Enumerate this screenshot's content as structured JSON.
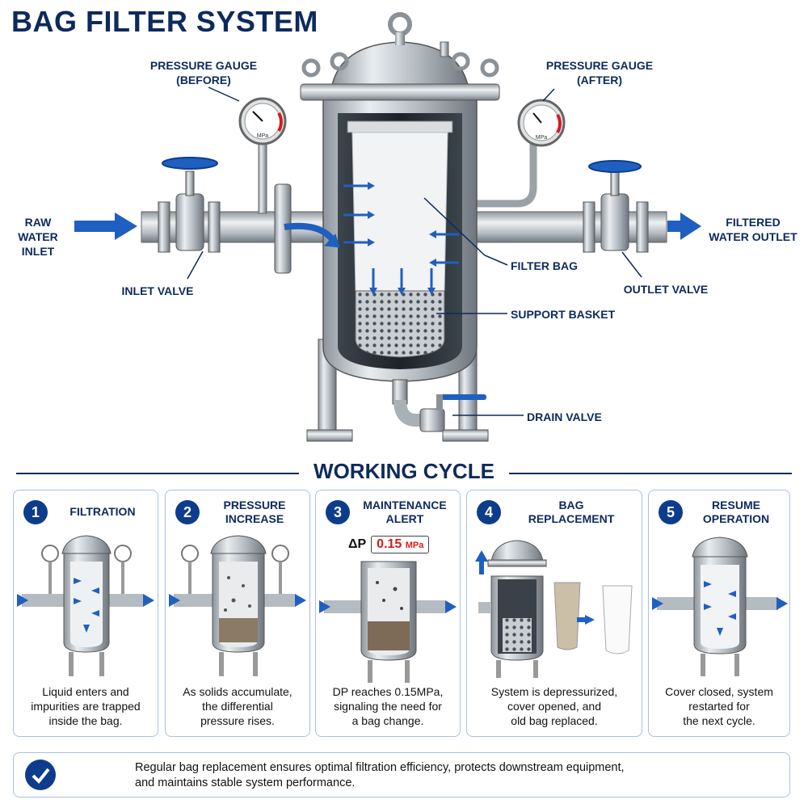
{
  "title": "BAG FILTER SYSTEM",
  "labels": {
    "gauge_before": "PRESSURE GAUGE\n(BEFORE)",
    "gauge_after": "PRESSURE GAUGE\n(AFTER)",
    "raw_inlet": "RAW WATER\nINLET",
    "filtered_outlet": "FILTERED\nWATER OUTLET",
    "inlet_valve": "INLET VALVE",
    "outlet_valve": "OUTLET VALVE",
    "filter_bag": "FILTER BAG",
    "support_basket": "SUPPORT BASKET",
    "drain_valve": "DRAIN VALVE",
    "gauge_unit": "MPa"
  },
  "cycle": {
    "title": "WORKING CYCLE",
    "steps": [
      {
        "num": "1",
        "title": "FILTRATION",
        "desc": "Liquid enters and\nimpurities are trapped\ninside the bag."
      },
      {
        "num": "2",
        "title": "PRESSURE\nINCREASE",
        "desc": "As solids accumulate,\nthe differential\npressure rises."
      },
      {
        "num": "3",
        "title": "MAINTENANCE\nALERT",
        "desc": "DP reaches 0.15MPa,\nsignaling the need for\na bag change."
      },
      {
        "num": "4",
        "title": "BAG\nREPLACEMENT",
        "desc": "System is depressurized,\ncover opened, and\nold bag replaced."
      },
      {
        "num": "5",
        "title": "RESUME\nOPERATION",
        "desc": "Cover closed, system\nrestarted for\nthe next cycle."
      }
    ],
    "alert": {
      "prefix": "ΔP",
      "value": "0.15",
      "unit": "MPa"
    }
  },
  "note": "Regular bag replacement ensures optimal filtration efficiency, protects downstream equipment,\nand maintains stable system performance.",
  "colors": {
    "navy": "#0d2a5c",
    "accent_blue": "#1f5fbf",
    "alert_red": "#d21c1c"
  }
}
